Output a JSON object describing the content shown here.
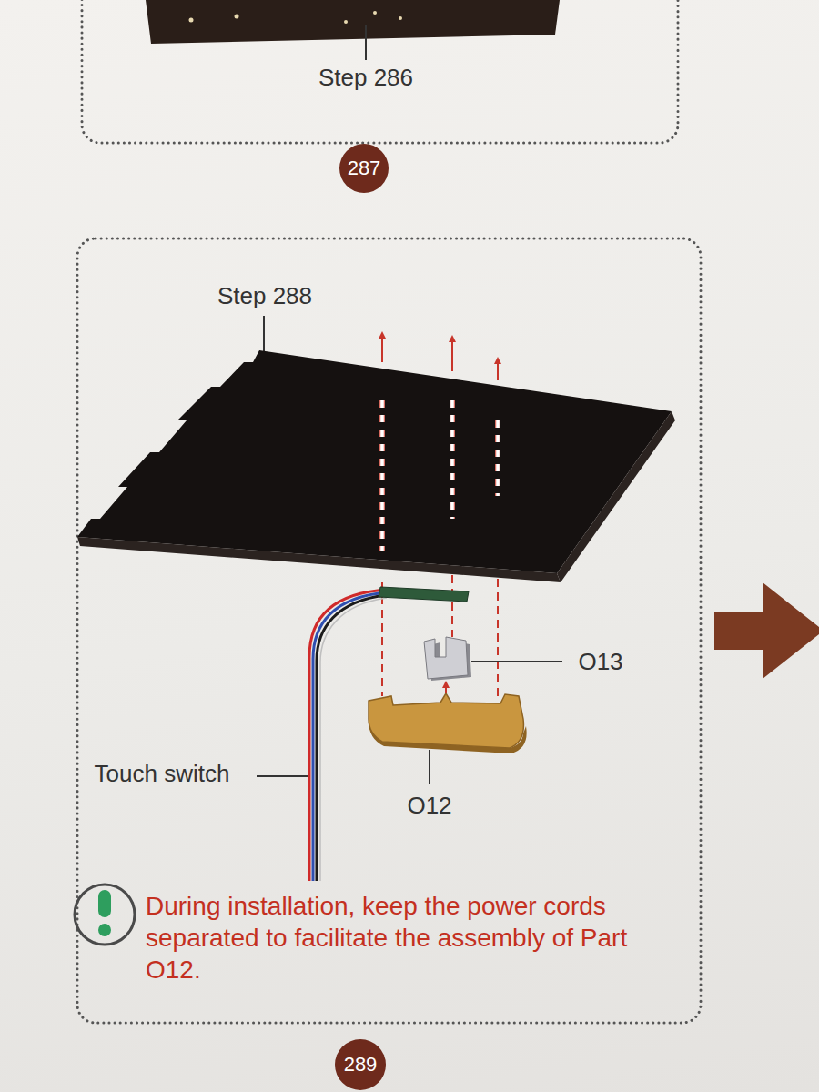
{
  "diagram": {
    "nodes": [
      {
        "text": [
          "287"
        ]
      },
      {
        "text": [
          "289"
        ]
      }
    ],
    "labels": [
      "Step 286",
      "Step 288",
      "O13",
      "Touch switch",
      "O12",
      "During installation, keep the power cords separated to facilitate the assembly of Part O12."
    ]
  }
}
